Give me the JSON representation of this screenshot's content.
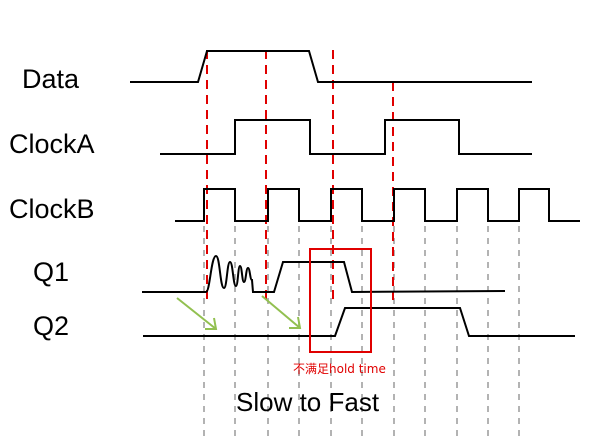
{
  "signals": [
    {
      "name": "Data"
    },
    {
      "name": "ClockA"
    },
    {
      "name": "ClockB"
    },
    {
      "name": "Q1"
    },
    {
      "name": "Q2"
    }
  ],
  "annotation": {
    "text": "不满足hold time",
    "color": "#e00000"
  },
  "caption": "Slow to Fast",
  "colors": {
    "wave": "#000000",
    "red_guides": "#e00000",
    "gray_guides": "#b3b3b3",
    "arrows": "#92c050"
  }
}
